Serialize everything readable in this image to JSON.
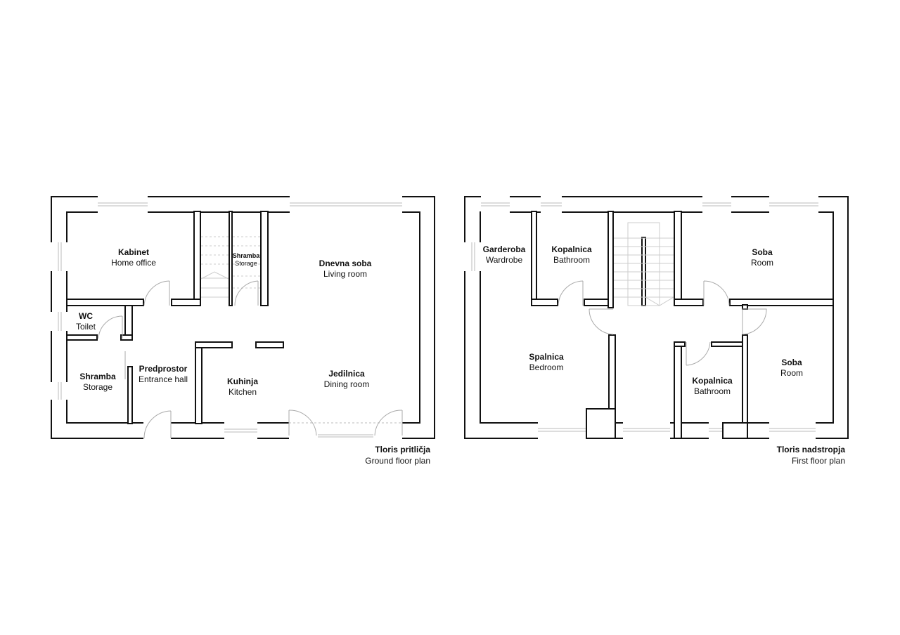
{
  "ground_floor": {
    "caption_title": "Tloris pritličja",
    "caption_subtitle": "Ground floor plan",
    "rooms": [
      {
        "name": "Kabinet",
        "label": "Home office"
      },
      {
        "name": "Shramba",
        "label": "Storage"
      },
      {
        "name": "Dnevna soba",
        "label": "Living room"
      },
      {
        "name": "WC",
        "label": "Toilet"
      },
      {
        "name": "Shramba",
        "label": "Storage"
      },
      {
        "name": "Predprostor",
        "label": "Entrance hall"
      },
      {
        "name": "Kuhinja",
        "label": "Kitchen"
      },
      {
        "name": "Jedilnica",
        "label": "Dining room"
      }
    ]
  },
  "first_floor": {
    "caption_title": "Tloris nadstropja",
    "caption_subtitle": "First floor plan",
    "rooms": [
      {
        "name": "Garderoba",
        "label": "Wardrobe"
      },
      {
        "name": "Kopalnica",
        "label": "Bathroom"
      },
      {
        "name": "Soba",
        "label": "Room"
      },
      {
        "name": "Spalnica",
        "label": "Bedroom"
      },
      {
        "name": "Kopalnica",
        "label": "Bathroom"
      },
      {
        "name": "Soba",
        "label": "Room"
      }
    ]
  }
}
